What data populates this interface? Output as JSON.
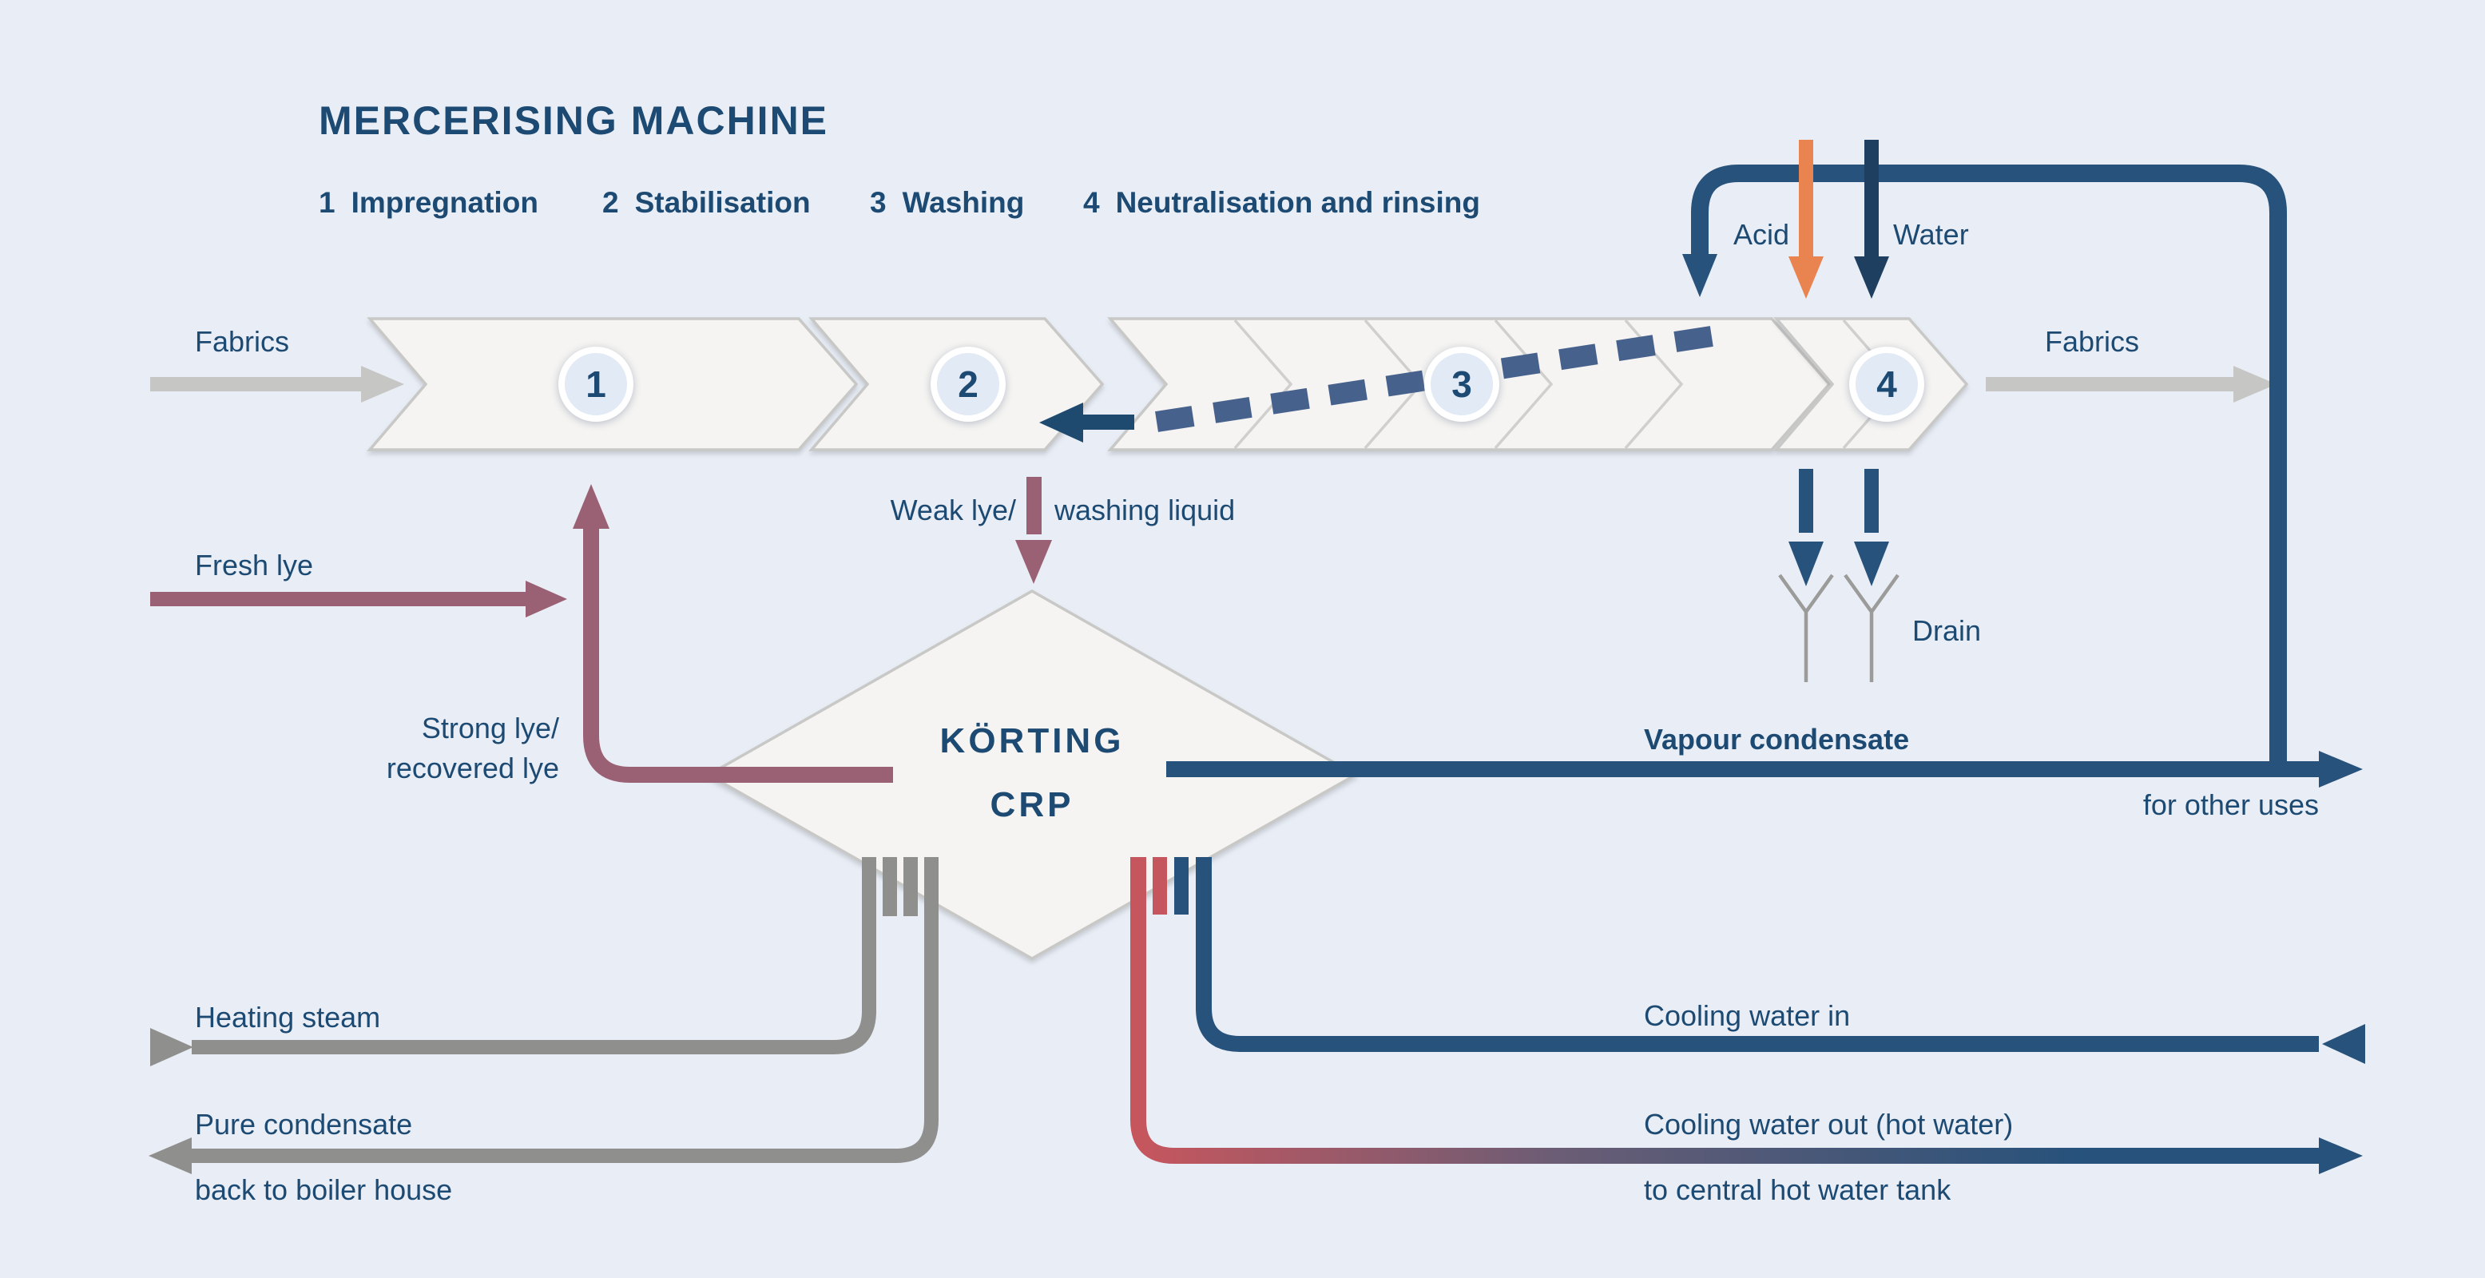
{
  "title": "MERCERISING MACHINE",
  "legend": [
    {
      "num": "1",
      "label": "Impregnation"
    },
    {
      "num": "2",
      "label": "Stabilisation"
    },
    {
      "num": "3",
      "label": "Washing"
    },
    {
      "num": "4",
      "label": "Neutralisation and rinsing"
    }
  ],
  "stages": [
    "1",
    "2",
    "3",
    "4"
  ],
  "device": {
    "line1": "KÖRTING",
    "line2": "CRP"
  },
  "labels": {
    "fabrics_in": "Fabrics",
    "fabrics_out": "Fabrics",
    "acid": "Acid",
    "water": "Water",
    "drain": "Drain",
    "weak_lye": "Weak lye/",
    "washing_liquid": "washing liquid",
    "fresh_lye": "Fresh lye",
    "strong_lye": "Strong lye/",
    "recovered_lye": "recovered lye",
    "vapour_condensate": "Vapour condensate",
    "for_other_uses": "for other uses",
    "heating_steam": "Heating steam",
    "pure_condensate": "Pure condensate",
    "back_to_boiler": "back to boiler house",
    "cooling_in": "Cooling water in",
    "cooling_out": "Cooling water out (hot water)",
    "to_hot_water_tank": "to central hot water tank"
  },
  "colors": {
    "background": "#e9eef6",
    "navy": "#27527b",
    "navy_dark": "#1e3f5f",
    "text_navy": "#1d4a72",
    "orange": "#e9834f",
    "maroon": "#9a6073",
    "red": "#c6565e",
    "pipe_gray": "#8f8f8d",
    "fabric_gray": "#c6c6c4",
    "dash_slate": "#46618c",
    "chevron_fill": "#f5f4f2",
    "chevron_stroke": "#c8c8c6",
    "circle_fill": "#e2eaf5"
  }
}
